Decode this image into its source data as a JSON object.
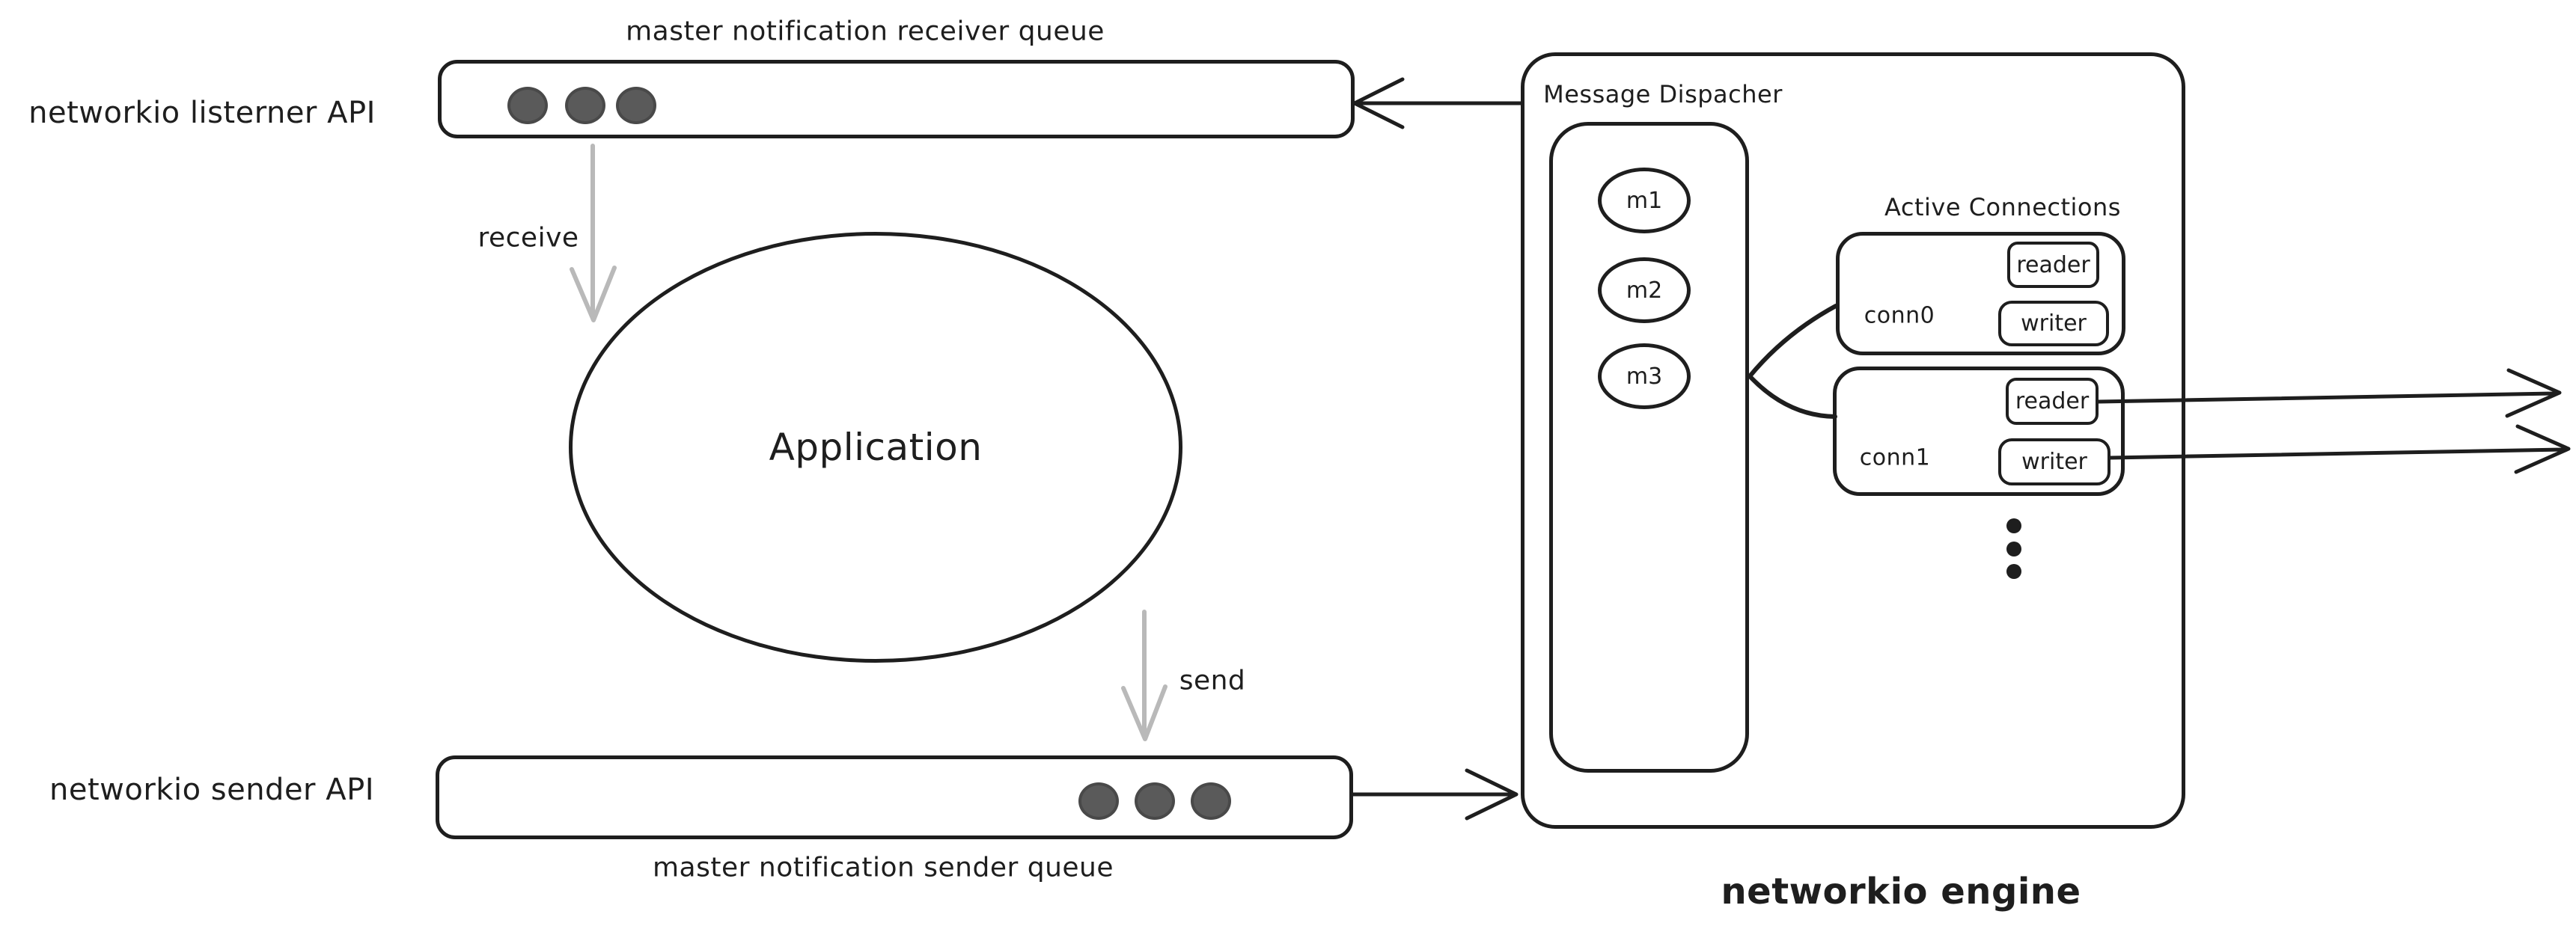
{
  "diagram": {
    "labels": {
      "receiver_queue_caption": "master notification receiver queue",
      "listener_api": "networkio listerner API",
      "receive": "receive",
      "application": "Application",
      "send": "send",
      "sender_api": "networkio sender API",
      "sender_queue_caption": "master notification sender queue",
      "message_dispatcher": "Message Dispacher",
      "active_connections": "Active Connections",
      "engine_title": "networkio engine"
    },
    "messages": [
      "m1",
      "m2",
      "m3"
    ],
    "connections": [
      {
        "name": "conn0",
        "children": [
          "reader",
          "writer"
        ]
      },
      {
        "name": "conn1",
        "children": [
          "reader",
          "writer"
        ]
      }
    ],
    "colors": {
      "stroke": "#1e1e1e",
      "queue_dot_fill": "#5a5a5a",
      "queue_dot_ring": "#494949",
      "soft_arrow": "#b9b9b9",
      "background": "#ffffff"
    }
  }
}
